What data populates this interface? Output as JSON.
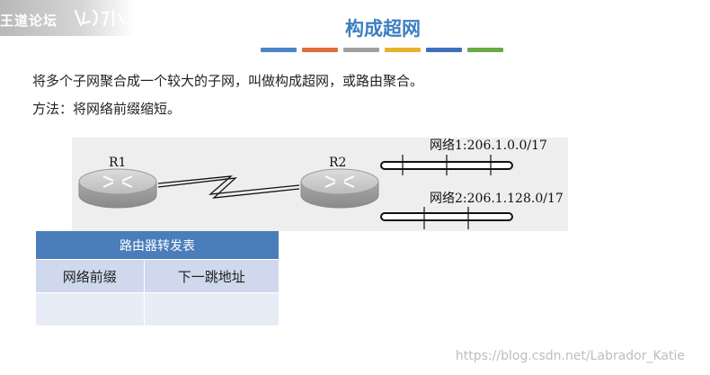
{
  "header": {
    "logo_text": "王道论坛",
    "title": "构成超网",
    "bar_colors": [
      "#4b86c8",
      "#e0703a",
      "#a0a0a0",
      "#e8b231",
      "#3f6fbf",
      "#6aaa47"
    ]
  },
  "body": {
    "definition": "将多个子网聚合成一个较大的子网，叫做构成超网，或路由聚合。",
    "method": "方法：将网络前缀缩短。"
  },
  "diagram": {
    "router1_label": "R1",
    "router2_label": "R2",
    "network1_label": "网络1:206.1.0.0/17",
    "network2_label": "网络2:206.1.128.0/17"
  },
  "routing_table": {
    "title": "路由器转发表",
    "col_prefix": "网络前缀",
    "col_next_hop": "下一跳地址",
    "rows": [
      [
        "",
        ""
      ]
    ]
  },
  "watermark": "https://blog.csdn.net/Labrador_Katie"
}
